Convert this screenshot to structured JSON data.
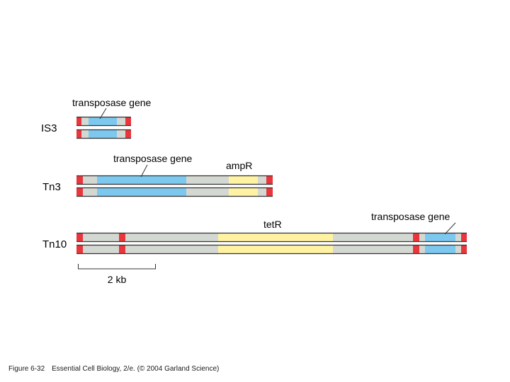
{
  "colors": {
    "terminal_repeat": "#e8363c",
    "transposase": "#7cc8ee",
    "resistance": "#fff3a3",
    "backbone": "#d4d8d3",
    "strand_line": "#333333"
  },
  "elements": [
    {
      "name": "IS3",
      "label": "IS3",
      "segments": [
        {
          "type": "terminal_repeat"
        },
        {
          "type": "backbone"
        },
        {
          "type": "transposase"
        },
        {
          "type": "backbone"
        },
        {
          "type": "terminal_repeat"
        }
      ],
      "annotations": [
        {
          "text": "transposase gene",
          "gene": "transposase",
          "pointer": true
        }
      ]
    },
    {
      "name": "Tn3",
      "label": "Tn3",
      "segments": [
        {
          "type": "terminal_repeat"
        },
        {
          "type": "backbone"
        },
        {
          "type": "transposase"
        },
        {
          "type": "backbone"
        },
        {
          "type": "resistance"
        },
        {
          "type": "backbone"
        },
        {
          "type": "terminal_repeat"
        }
      ],
      "annotations": [
        {
          "text": "transposase gene",
          "gene": "transposase",
          "pointer": true
        },
        {
          "text": "ampR",
          "gene": "resistance",
          "pointer": false
        }
      ]
    },
    {
      "name": "Tn10",
      "label": "Tn10",
      "segments": [
        {
          "type": "terminal_repeat"
        },
        {
          "type": "backbone"
        },
        {
          "type": "terminal_repeat"
        },
        {
          "type": "backbone"
        },
        {
          "type": "resistance"
        },
        {
          "type": "backbone"
        },
        {
          "type": "terminal_repeat"
        },
        {
          "type": "backbone"
        },
        {
          "type": "transposase"
        },
        {
          "type": "backbone"
        },
        {
          "type": "terminal_repeat"
        }
      ],
      "annotations": [
        {
          "text": "tetR",
          "gene": "resistance",
          "pointer": false
        },
        {
          "text": "transposase gene",
          "gene": "transposase",
          "pointer": true
        }
      ]
    }
  ],
  "scale_bar": {
    "label": "2 kb"
  },
  "caption": {
    "figure_number": "Figure 6-32",
    "text": "Essential Cell Biology, 2/e. (© 2004 Garland Science)"
  }
}
